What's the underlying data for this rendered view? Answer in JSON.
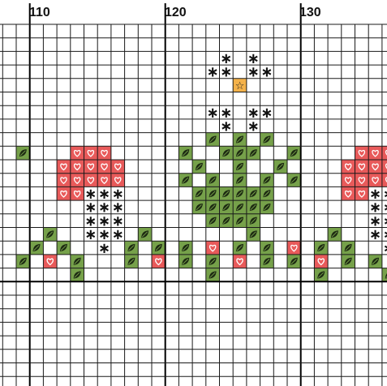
{
  "ruler": {
    "labels": [
      {
        "text": "110"
      },
      {
        "text": "120"
      },
      {
        "text": "130"
      }
    ]
  },
  "colors": {
    "background": "#ffffff",
    "grid_thin": "#1a1a1a",
    "grid_bold": "#000000",
    "heart_red": "#e85a5a",
    "leaf_green": "#76a14a",
    "star_orange": "#f4b24a",
    "asterisk": "#111111"
  },
  "legend_symbols": {
    "H": "heart-red-stitch",
    "L": "leaf-green-stitch",
    "*": "asterisk-stitch",
    "O": "star-orange-stitch"
  },
  "pattern": {
    "first_column": 110,
    "rows": [
      "....................................",
      "....................................",
      "...............*.*..................",
      "..............**.**.................",
      "................O...................",
      "....................................",
      "..............**.**.................",
      "...............*.*..................",
      "..............L.L.L.................",
      "L...HHH.....L..LLL..L....HHH......L.",
      "...HHHHH.....L..L..L....HHHHH.......",
      "...HHHHH....L.L.L.L.L...HHHHH.......",
      "...HH***.....LLLLLL.....HH***.......",
      ".....***.....LLLLLL.......***.......",
      ".....***......LLLL........***.......",
      "..L..***.L.......L.....L..***.L...L.",
      ".L.L..*.L.L.L.H.L.L.H.L.L..*.L.L.LL.",
      "L.H.L...L.H.L.L.H.L.L.H.L.L...L.H.L.",
      "....L.........L.......L....L.......L"
    ]
  }
}
